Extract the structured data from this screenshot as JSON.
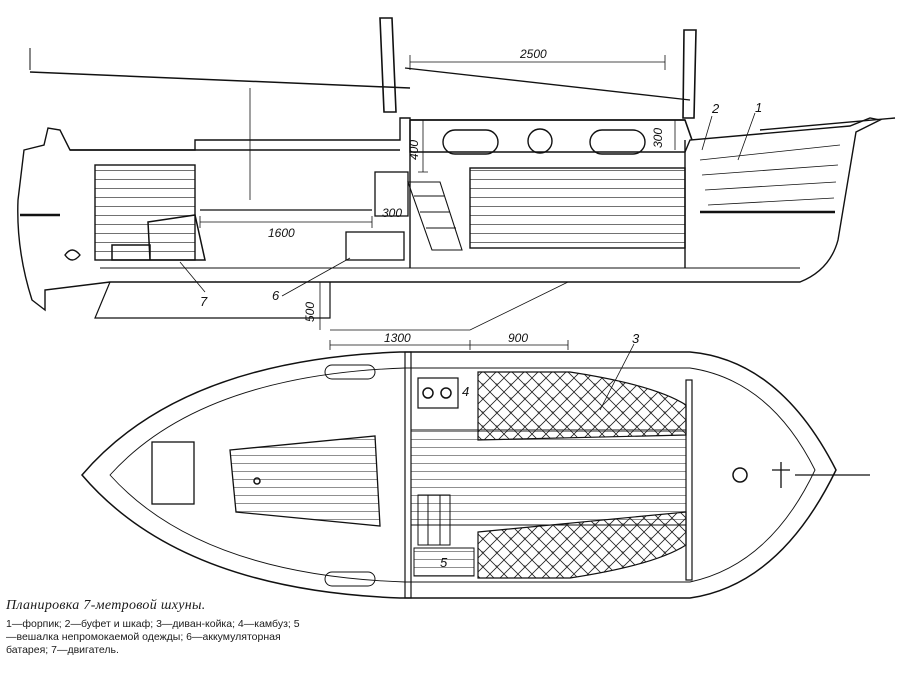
{
  "title": "Планировка 7-метровой шхуны.",
  "legend": "1—форпик; 2—буфет и шкаф; 3—диван-койка; 4—камбуз; 5—вешалка непромокаемой одежды; 6—аккумуляторная батарея; 7—двигатель.",
  "dimensions": {
    "d2500": "2500",
    "d400": "400",
    "d300_port": "300",
    "d1600": "1600",
    "d300_low": "300",
    "d500": "500",
    "d1300": "1300",
    "d900": "900"
  },
  "callouts": {
    "c1": "1",
    "c2": "2",
    "c3": "3",
    "c4": "4",
    "c5": "5",
    "c6": "6",
    "c7": "7"
  }
}
